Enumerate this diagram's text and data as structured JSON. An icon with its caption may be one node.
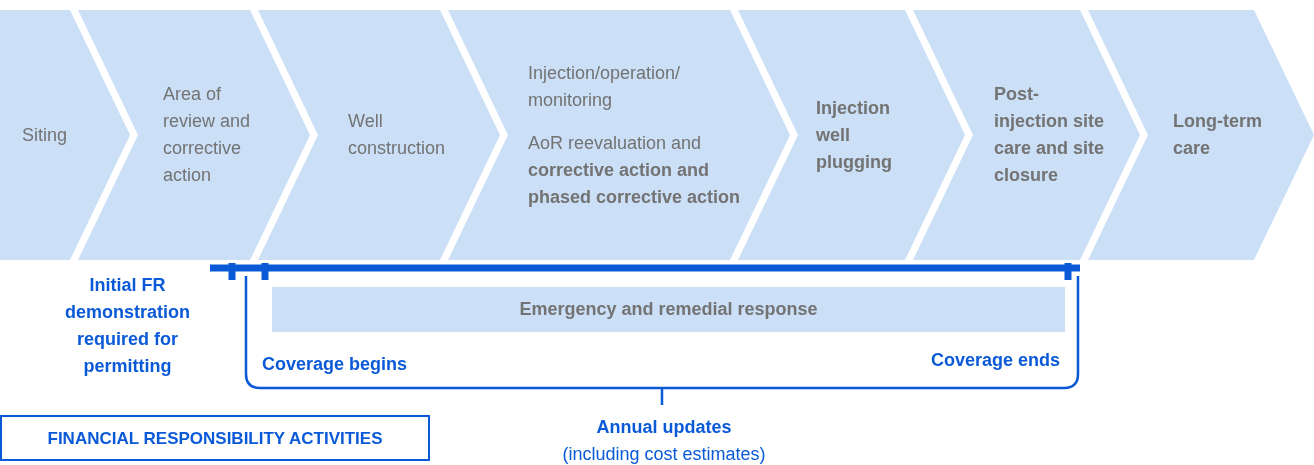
{
  "diagram": {
    "nodes": [
      {
        "text": [
          "Siting"
        ]
      },
      {
        "text": [
          "Area of review and corrective action"
        ]
      },
      {
        "text": [
          "Well construction"
        ]
      },
      {
        "text": [
          "Injection/operation/ monitoring",
          "AoR reevaluation and **corrective action and phased corrective action**"
        ]
      },
      {
        "text": [
          "Injection well plugging"
        ]
      },
      {
        "text": [
          "Post-injection site care and site closure"
        ]
      },
      {
        "text": [
          "Long-term care"
        ]
      },
      {
        "text": [
          "Emergency and remedial response"
        ]
      },
      {
        "text": [
          "FINANCIAL RESPONSIBILITY ACTIVITIES"
        ]
      }
    ],
    "edges": [],
    "labels": [
      "Initial FR demonstration required for permitting",
      "Coverage begins",
      "Coverage ends",
      "Annual updates",
      "(including cost estimates)"
    ]
  }
}
